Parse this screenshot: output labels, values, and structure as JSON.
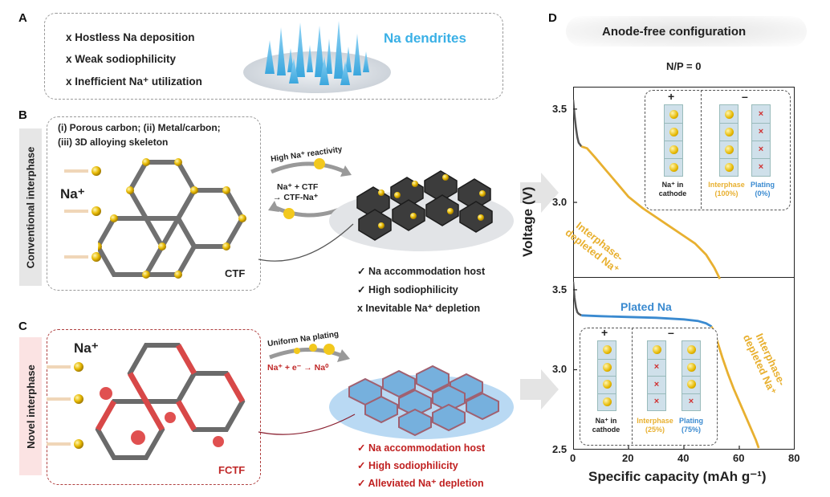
{
  "panel_a": {
    "letter": "A",
    "items": [
      "x Hostless Na deposition",
      "x Weak sodiophilicity",
      "x Inefficient Na⁺ utilization"
    ],
    "dendrite_label": "Na dendrites"
  },
  "panel_b": {
    "letter": "B",
    "side_label": "Conventional interphase",
    "desc_line1": "(i) Porous carbon; (ii) Metal/carbon;",
    "desc_line2": "(iii) 3D alloying skeleton",
    "na_label": "Na⁺",
    "frame_label": "CTF",
    "arrow_label": "High Na⁺ reactivity",
    "reaction_line1": "Na⁺ + CTF",
    "reaction_line2": "→ CTF-Na⁺",
    "checks": [
      "✓ Na accommodation host",
      "✓ High sodiophilicity",
      "x  Inevitable Na⁺ depletion"
    ]
  },
  "panel_c": {
    "letter": "C",
    "side_label": "Novel interphase",
    "na_label": "Na⁺",
    "frame_label": "FCTF",
    "arrow_label": "Uniform Na plating",
    "reaction": "Na⁺ + e⁻ → Na⁰",
    "checks": [
      "✓ Na accommodation host",
      "✓ High sodiophilicity",
      "✓ Alleviated Na⁺ depletion"
    ]
  },
  "panel_d": {
    "letter": "D",
    "title": "Anode-free configuration",
    "np": "N/P = 0",
    "ylabel": "Voltage (V)",
    "xlabel": "Specific capacity (mAh g⁻¹)",
    "top_plot": {
      "annotation_line1": "Interphase-",
      "annotation_line2": "depleted Na⁺",
      "legend": {
        "plus": "+",
        "minus": "–",
        "cathode": "Na⁺ in cathode",
        "interphase": "Interphase (100%)",
        "plating": "Plating (0%)"
      }
    },
    "bottom_plot": {
      "plated_label": "Plated Na",
      "annotation_line1": "Interphase-",
      "annotation_line2": "depleted Na⁺",
      "legend": {
        "plus": "+",
        "minus": "–",
        "cathode": "Na⁺ in cathode",
        "interphase": "Interphase (25%)",
        "plating": "Plating (75%)"
      }
    },
    "colors": {
      "interphase": "#e8b030",
      "plating": "#3a8ad0",
      "initial": "#555555"
    }
  },
  "chart_data": [
    {
      "type": "line",
      "xlabel": "Specific capacity (mAh g⁻¹)",
      "ylabel": "Voltage (V)",
      "xlim": [
        0,
        80
      ],
      "ylim": [
        2.6,
        3.62
      ],
      "y_ticks": [
        3.0,
        3.5
      ],
      "series": [
        {
          "x": [
            0,
            0.5,
            1,
            1.5,
            2,
            3
          ],
          "y": [
            3.55,
            3.47,
            3.4,
            3.35,
            3.32,
            3.3
          ]
        },
        {
          "x": [
            3,
            5,
            8,
            12,
            16,
            20,
            25,
            30,
            35,
            40,
            44,
            48,
            51,
            53
          ],
          "y": [
            3.3,
            3.29,
            3.24,
            3.17,
            3.1,
            3.03,
            2.97,
            2.92,
            2.87,
            2.82,
            2.78,
            2.72,
            2.65,
            2.59
          ]
        }
      ]
    },
    {
      "type": "line",
      "xlabel": "Specific capacity (mAh g⁻¹)",
      "ylabel": "Voltage (V)",
      "xlim": [
        0,
        80
      ],
      "ylim": [
        2.5,
        3.58
      ],
      "x_ticks": [
        0,
        20,
        40,
        60,
        80
      ],
      "y_ticks": [
        2.5,
        3.0,
        3.5
      ],
      "series": [
        {
          "x": [
            0,
            0.5,
            1,
            1.5,
            2,
            3
          ],
          "y": [
            3.55,
            3.45,
            3.39,
            3.36,
            3.35,
            3.34
          ]
        },
        {
          "name": "Plated Na",
          "x": [
            3,
            10,
            20,
            30,
            40,
            45,
            48,
            50
          ],
          "y": [
            3.34,
            3.335,
            3.33,
            3.325,
            3.315,
            3.305,
            3.29,
            3.27
          ]
        },
        {
          "x": [
            50,
            52,
            54,
            56,
            58,
            60,
            62,
            64,
            66,
            67
          ],
          "y": [
            3.27,
            3.18,
            3.07,
            2.97,
            2.88,
            2.8,
            2.72,
            2.64,
            2.56,
            2.51
          ]
        }
      ]
    }
  ]
}
